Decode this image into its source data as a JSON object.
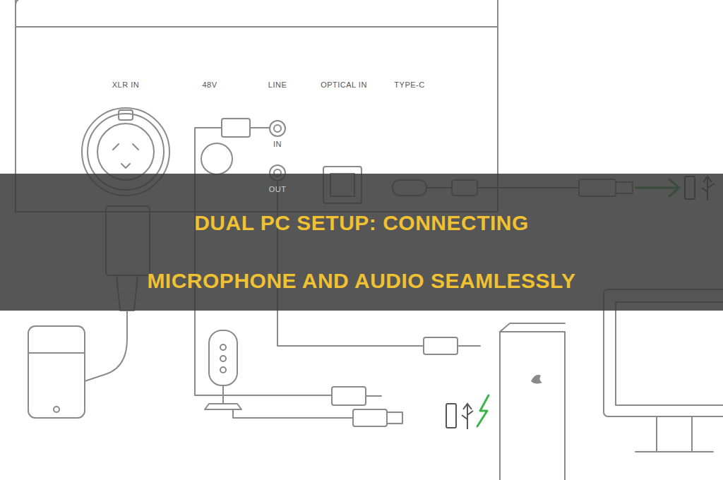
{
  "diagram": {
    "title": "DUAL PC SETUP: CONNECTING MICROPHONE AND AUDIO SEAMLESSLY",
    "labels": [
      "XLR IN",
      "48V",
      "LINE",
      "OPTICAL IN",
      "TYPE-C",
      "IN",
      "OUT"
    ]
  }
}
